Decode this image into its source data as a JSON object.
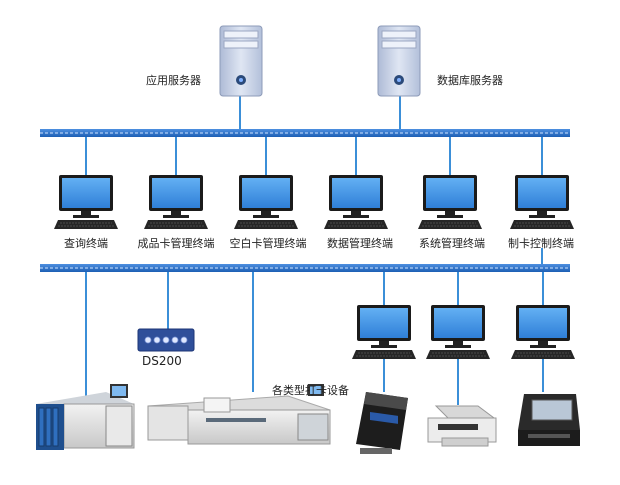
{
  "servers": [
    {
      "label": "应用服务器"
    },
    {
      "label": "数据库服务器"
    }
  ],
  "terminals": [
    {
      "label": "查询终端"
    },
    {
      "label": "成品卡管理终端"
    },
    {
      "label": "空白卡管理终端"
    },
    {
      "label": "数据管理终端"
    },
    {
      "label": "系统管理终端"
    },
    {
      "label": "制卡控制终端"
    }
  ],
  "device_labels": {
    "ds200": "DS200",
    "printers": "各类型打卡设备"
  },
  "colors": {
    "bus_blue": "#2a6fc4",
    "line_blue": "#3b8fd8",
    "server_body": "#c9d3e6",
    "screen_blue": "#3f8fe0"
  }
}
